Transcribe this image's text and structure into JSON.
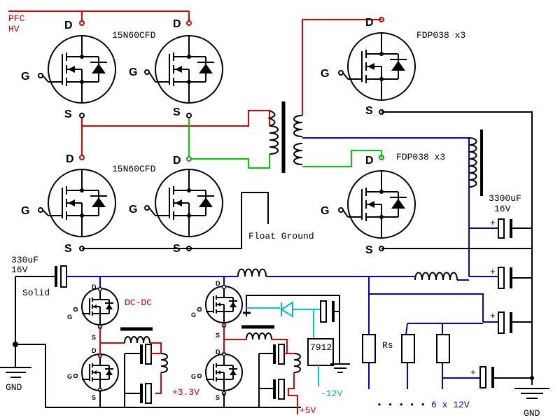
{
  "labels": {
    "pfc_line1": "PFC",
    "pfc_line2": "HV",
    "q_top_left_part": "15N60CFD",
    "q_bottom_left_part": "15N60CFD",
    "sync_top_part": "FDP038 x3",
    "sync_bottom_part": "FDP038 x3",
    "float_ground": "Float Ground",
    "cap_out_value": "3300uF",
    "cap_out_voltage": "16V",
    "cap_in_value": "330uF",
    "cap_in_voltage": "16V",
    "cap_in_type": "Solid",
    "dcdc": "DC-DC",
    "reg_7912": "7912",
    "rs": "Rs",
    "rail_3v3": "+3.3V",
    "rail_5v": "+5V",
    "rail_neg12": "-12V",
    "rail_12v": "6 x 12V",
    "gnd_left": "GND",
    "gnd_right": "GND",
    "plus": "+"
  },
  "pins": {
    "drain": "D",
    "gate": "G",
    "source": "S"
  },
  "colors": {
    "wire": "#000000",
    "hv_red": "#e00000",
    "switch_green": "#00cc00",
    "output_blue": "#0000dd",
    "neg_rail_cyan": "#00c8e8"
  }
}
